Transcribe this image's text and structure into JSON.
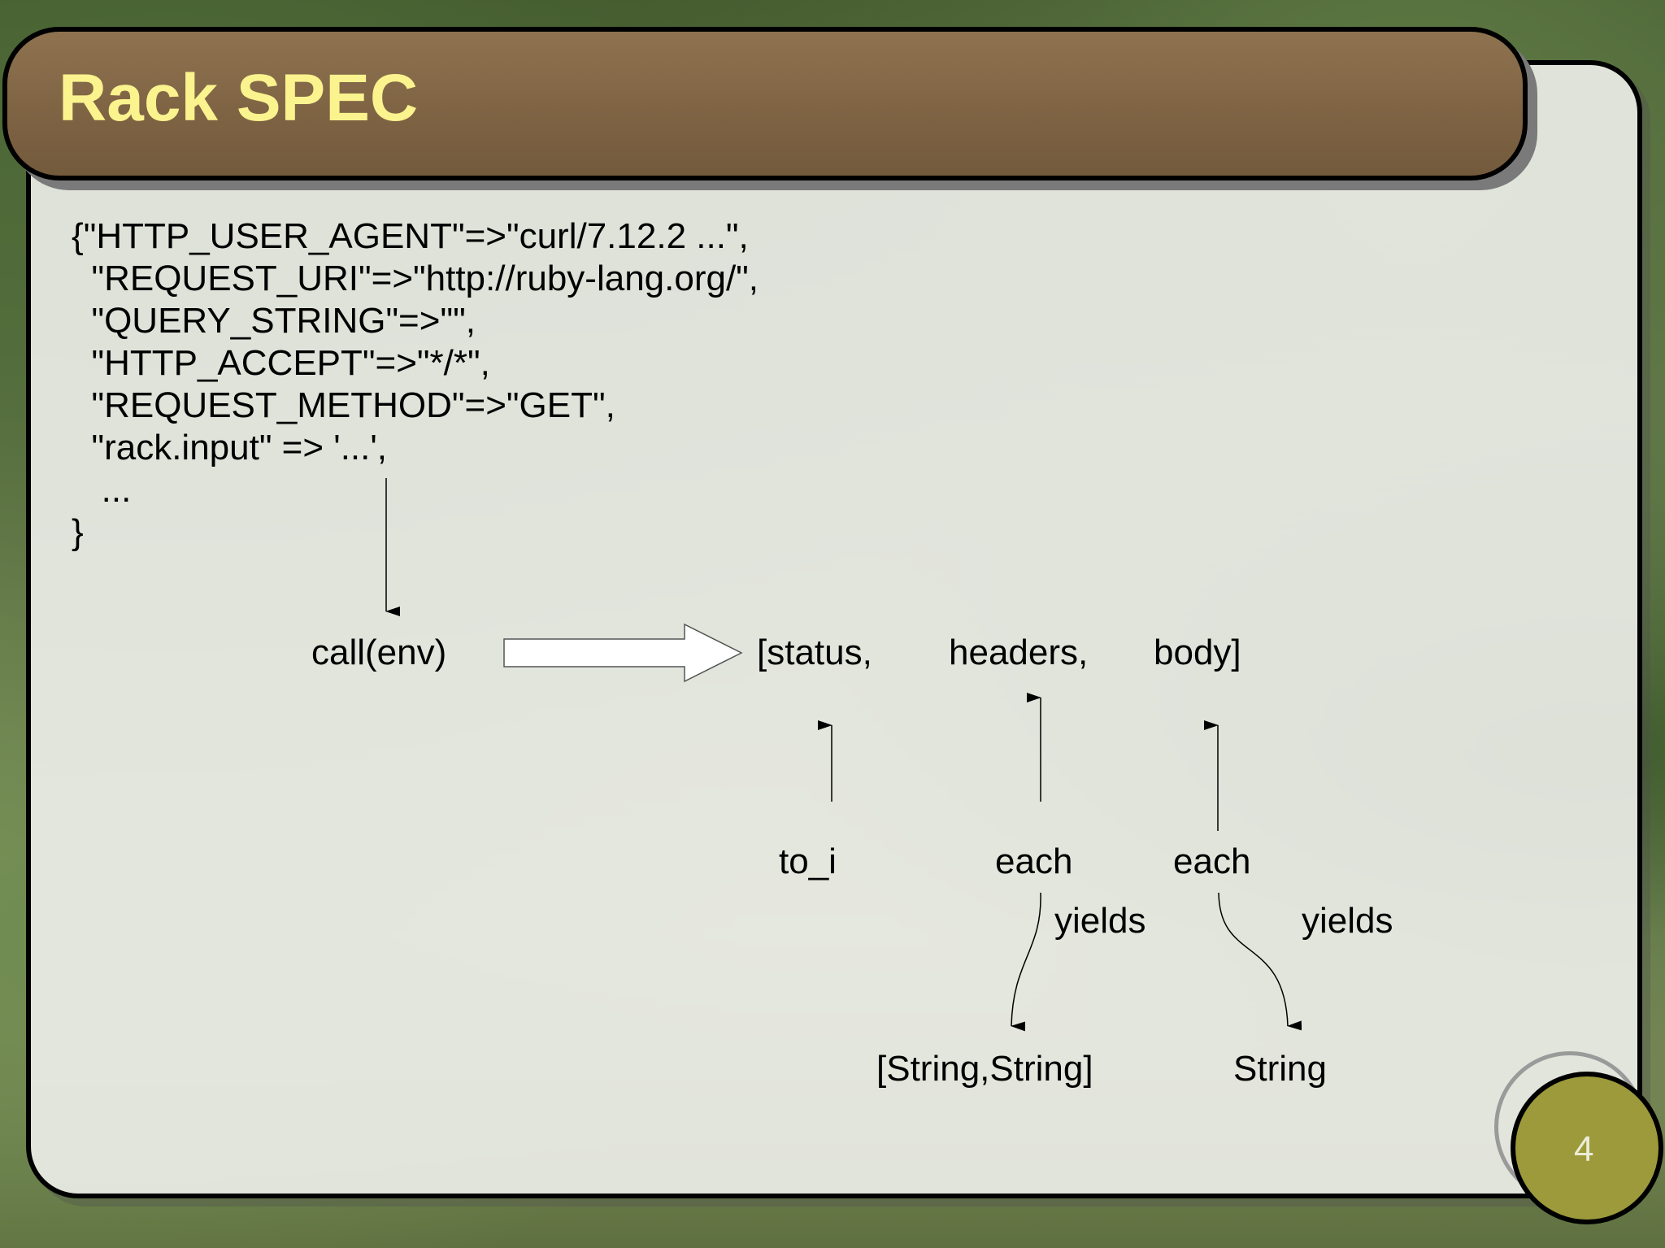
{
  "slide": {
    "title": "Rack SPEC",
    "page_number": "4"
  },
  "env_hash": {
    "lines": [
      "{\"HTTP_USER_AGENT\"=>\"curl/7.12.2 ...\",",
      "  \"REQUEST_URI\"=>\"http://ruby-lang.org/\",",
      "  \"QUERY_STRING\"=>\"\",",
      "  \"HTTP_ACCEPT\"=>\"*/*\",",
      "  \"REQUEST_METHOD\"=>\"GET\",",
      "  \"rack.input\" => '...',",
      "   ...",
      "}"
    ]
  },
  "diagram": {
    "call": "call(env)",
    "status": "[status,",
    "headers": "headers,",
    "body": "body]",
    "to_i": "to_i",
    "each_headers": "each",
    "each_body": "each",
    "yields_headers": "yields",
    "yields_body": "yields",
    "headers_yield": "[String,String]",
    "body_yield": "String"
  },
  "colors": {
    "title_bar": "#7f6444",
    "title_text": "#fbf38e",
    "panel": "#eef0eb",
    "page_badge": "#9c9a3a"
  }
}
